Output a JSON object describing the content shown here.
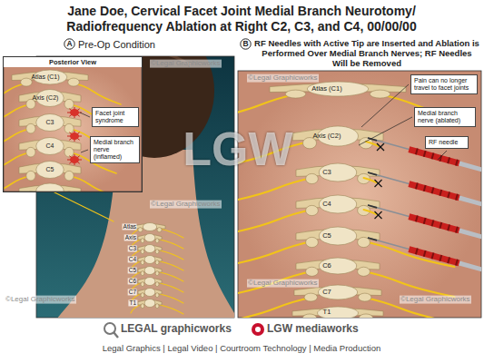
{
  "diagram": {
    "title": "Jane Doe, Cervical Facet Joint Medial Branch Neurotomy/ Radiofrequency Ablation at Right C2, C3, and C4, 00/00/00",
    "nodes": [
      {
        "text": [
          "Pre-Op Condition"
        ]
      },
      {
        "text": [
          "A"
        ],
        "in": 0
      },
      {
        "text": [
          "Posterior View"
        ],
        "in": 0
      },
      {
        "text": [
          "Facet joint syndrome"
        ],
        "in": 2
      },
      {
        "text": [
          "Medial branch nerve (inflamed)"
        ],
        "in": 2
      },
      {
        "text": [
          "RF Needles with Active Tip are Inserted and Ablation is Performed Over Medial Branch Nerves; RF Needles Will be Removed"
        ]
      },
      {
        "text": [
          "B"
        ],
        "in": 5
      },
      {
        "text": [
          "Pain can no longer travel to facet joints"
        ],
        "in": 5
      },
      {
        "text": [
          "Medial branch nerve (ablated)"
        ],
        "in": 5
      },
      {
        "text": [
          "RF needle"
        ],
        "in": 5
      }
    ],
    "labels": [
      "Atlas (C1)",
      "Axis (C2)",
      "C3",
      "C4",
      "C5",
      "Atlas",
      "Axis",
      "C3",
      "C4",
      "C5",
      "C6",
      "C7",
      "T1",
      "Atlas (C1)",
      "Axis (C2)",
      "C3",
      "C4",
      "C5",
      "C6",
      "C7",
      "T1",
      "LGW",
      "©Legal Graphicworks",
      "©Legal Graphicworks",
      "©Legal Graphicworks",
      "©Legal Graphicworks",
      "©Legal Graphicworks",
      "©Legal Graphicworks",
      "LEGAL graphicworks",
      "LGW mediaworks",
      "Legal Graphics | Legal Video | Courtroom Technology | Media Production"
    ]
  }
}
